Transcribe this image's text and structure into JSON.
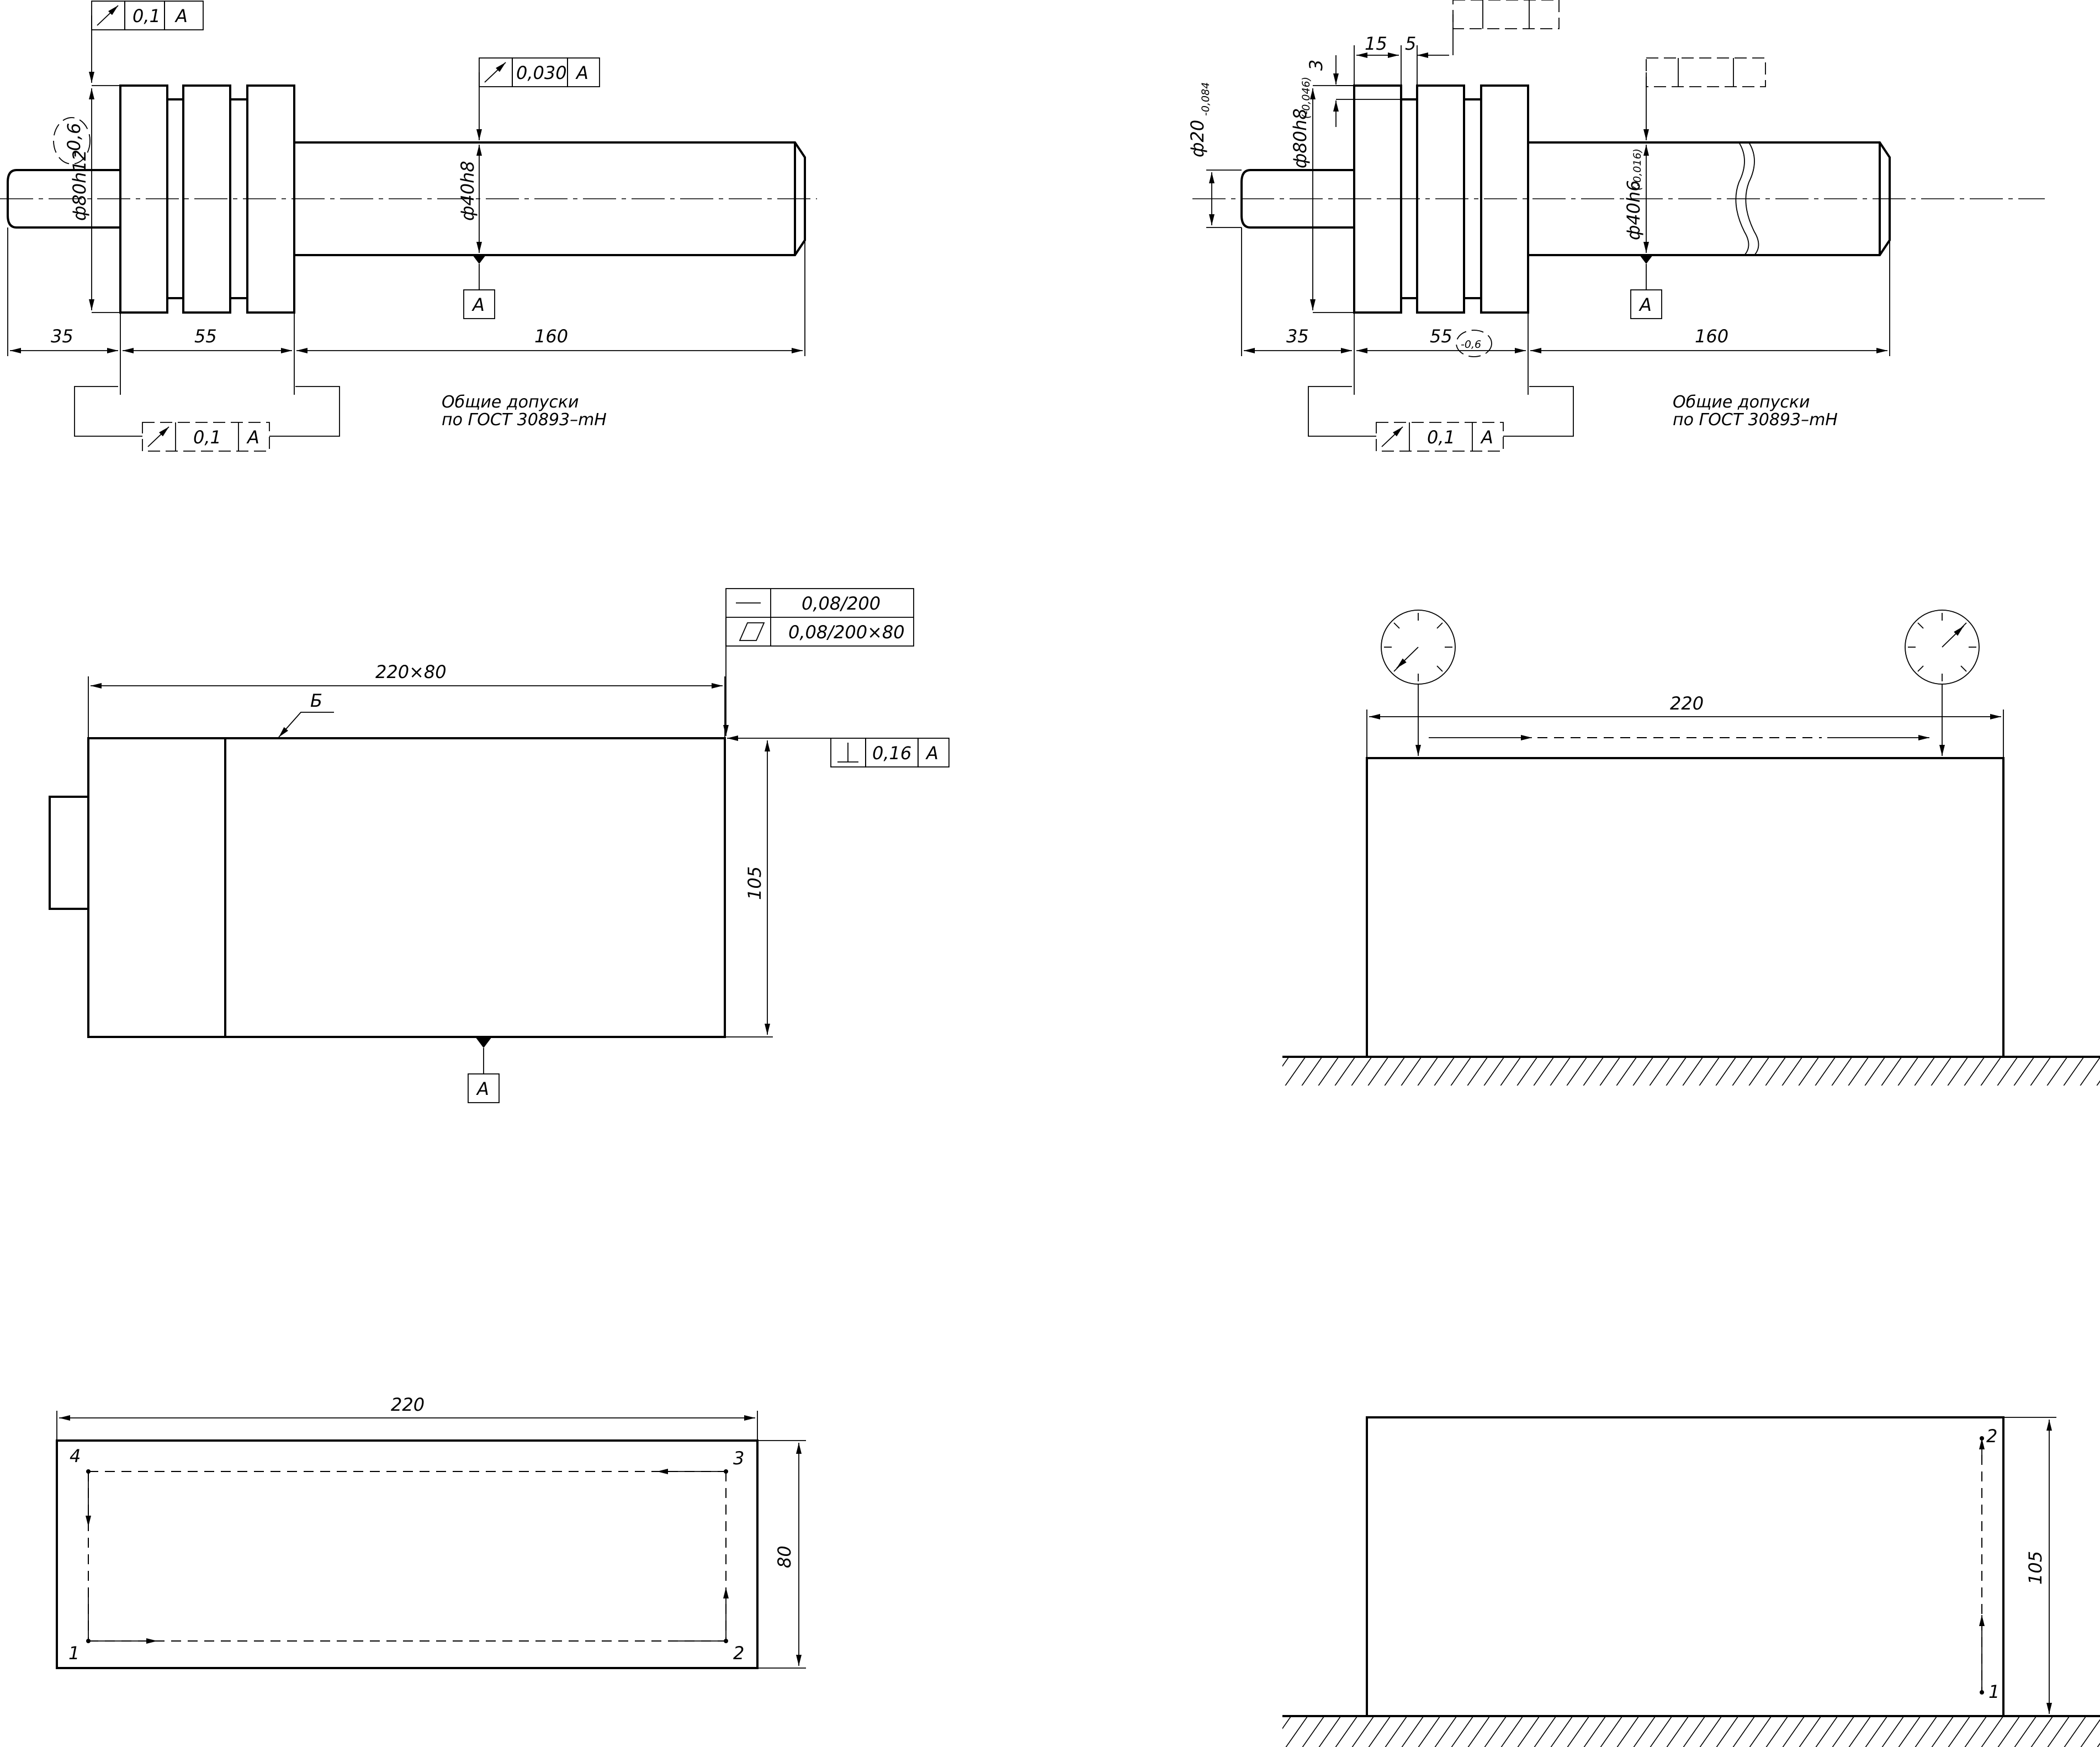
{
  "fig1": {
    "frame_top": [
      "0,1",
      "A"
    ],
    "frame_mid": [
      "0,030",
      "A"
    ],
    "frame_bot": [
      "0,1",
      "A"
    ],
    "dim_left_dia": "ф80h12",
    "dim_left_tol": "-0,6",
    "dim_shaft_dia": "ф40h8",
    "datum": "A",
    "dim_35": "35",
    "dim_55": "55",
    "dim_160": "160",
    "note_line1": "Общие допуски",
    "note_line2": "по ГОСТ 30893–mH"
  },
  "fig2": {
    "dim_15": "15",
    "dim_5": "5",
    "dim_3": "3",
    "dim_dia20": "ф20",
    "dim_dia20_tol": "-0,084",
    "dim_dia80": "ф80h8",
    "dim_dia80_tol": "(-0,046)",
    "dim_dia40": "ф40h6",
    "dim_dia40_tol": "(-0,016)",
    "datum": "A",
    "dim_35": "35",
    "dim_55": "55",
    "dim_55_tol": "-0,6",
    "dim_160": "160",
    "frame_bot": [
      "0,1",
      "A"
    ],
    "note_line1": "Общие допуски",
    "note_line2": "по ГОСТ 30893–mH"
  },
  "fig3": {
    "frame_row1": "0,08/200",
    "frame_row2": "0,08/200×80",
    "dim_width": "220×80",
    "surface_label": "Б",
    "perp_frame": [
      "0,16",
      "A"
    ],
    "dim_height": "105",
    "datum": "A"
  },
  "fig4": {
    "dim_width": "220"
  },
  "fig5": {
    "dim_width": "220",
    "dim_height": "80",
    "corners": [
      "4",
      "3",
      "1",
      "2"
    ]
  },
  "fig6": {
    "dim_height": "105",
    "points": [
      "2",
      "1"
    ]
  }
}
